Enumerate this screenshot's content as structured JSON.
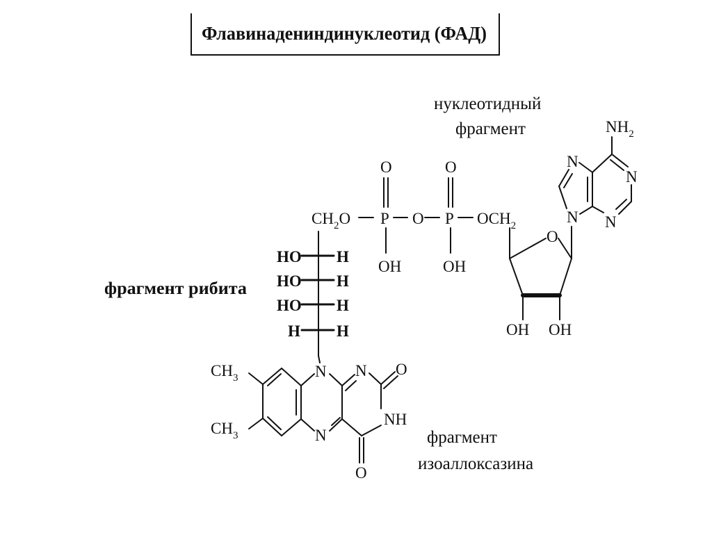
{
  "title": "Флавинадениндинуклеотид (ФАД)",
  "labels": {
    "nucleotide_line1": "нуклеотидный",
    "nucleotide_line2": "фрагмент",
    "ribitol": "фрагмент рибита",
    "isoalloxazine_line1": "фрагмент",
    "isoalloxazine_line2": "изоаллоксазина"
  },
  "atoms": {
    "ch2o": {
      "main": "CH",
      "sub": "2",
      "tail": "O"
    },
    "och2": {
      "main": "OCH",
      "sub": "2"
    },
    "nh2": {
      "main": "NH",
      "sub": "2"
    },
    "ch3": {
      "main": "CH",
      "sub": "3"
    },
    "P": "P",
    "O": "O",
    "OH": "OH",
    "HO": "HO",
    "H": "H",
    "N": "N",
    "NH": "NH"
  }
}
